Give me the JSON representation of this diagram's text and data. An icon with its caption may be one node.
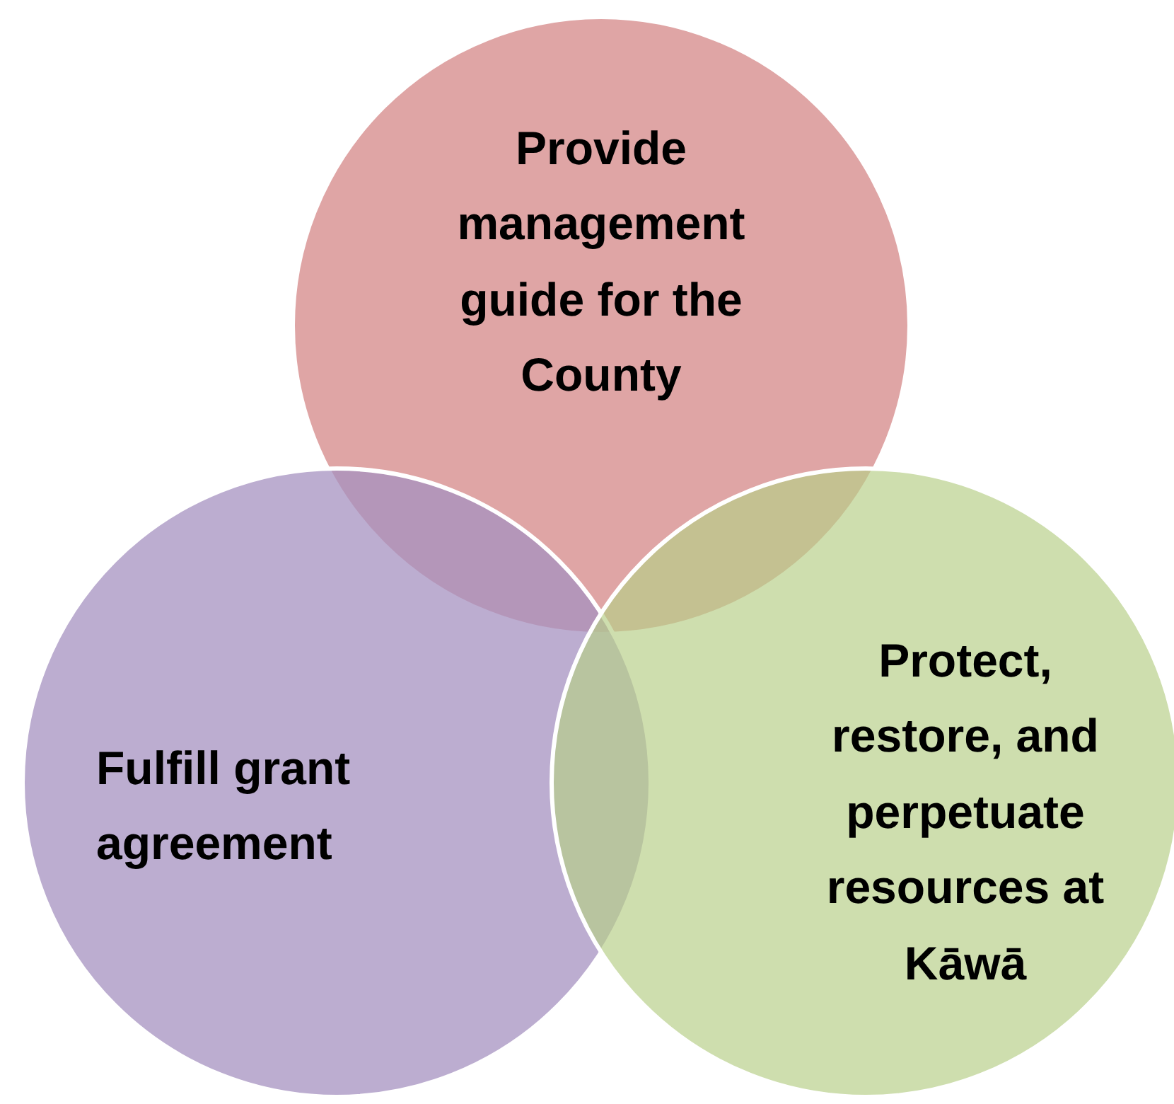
{
  "diagram": {
    "nodes": [
      {
        "text": [
          "Provide management guide for the County"
        ]
      },
      {
        "text": [
          "Fulfill grant agreement"
        ]
      },
      {
        "text": [
          "Protect, restore, and perpetuate resources at Kāwā"
        ]
      }
    ]
  }
}
